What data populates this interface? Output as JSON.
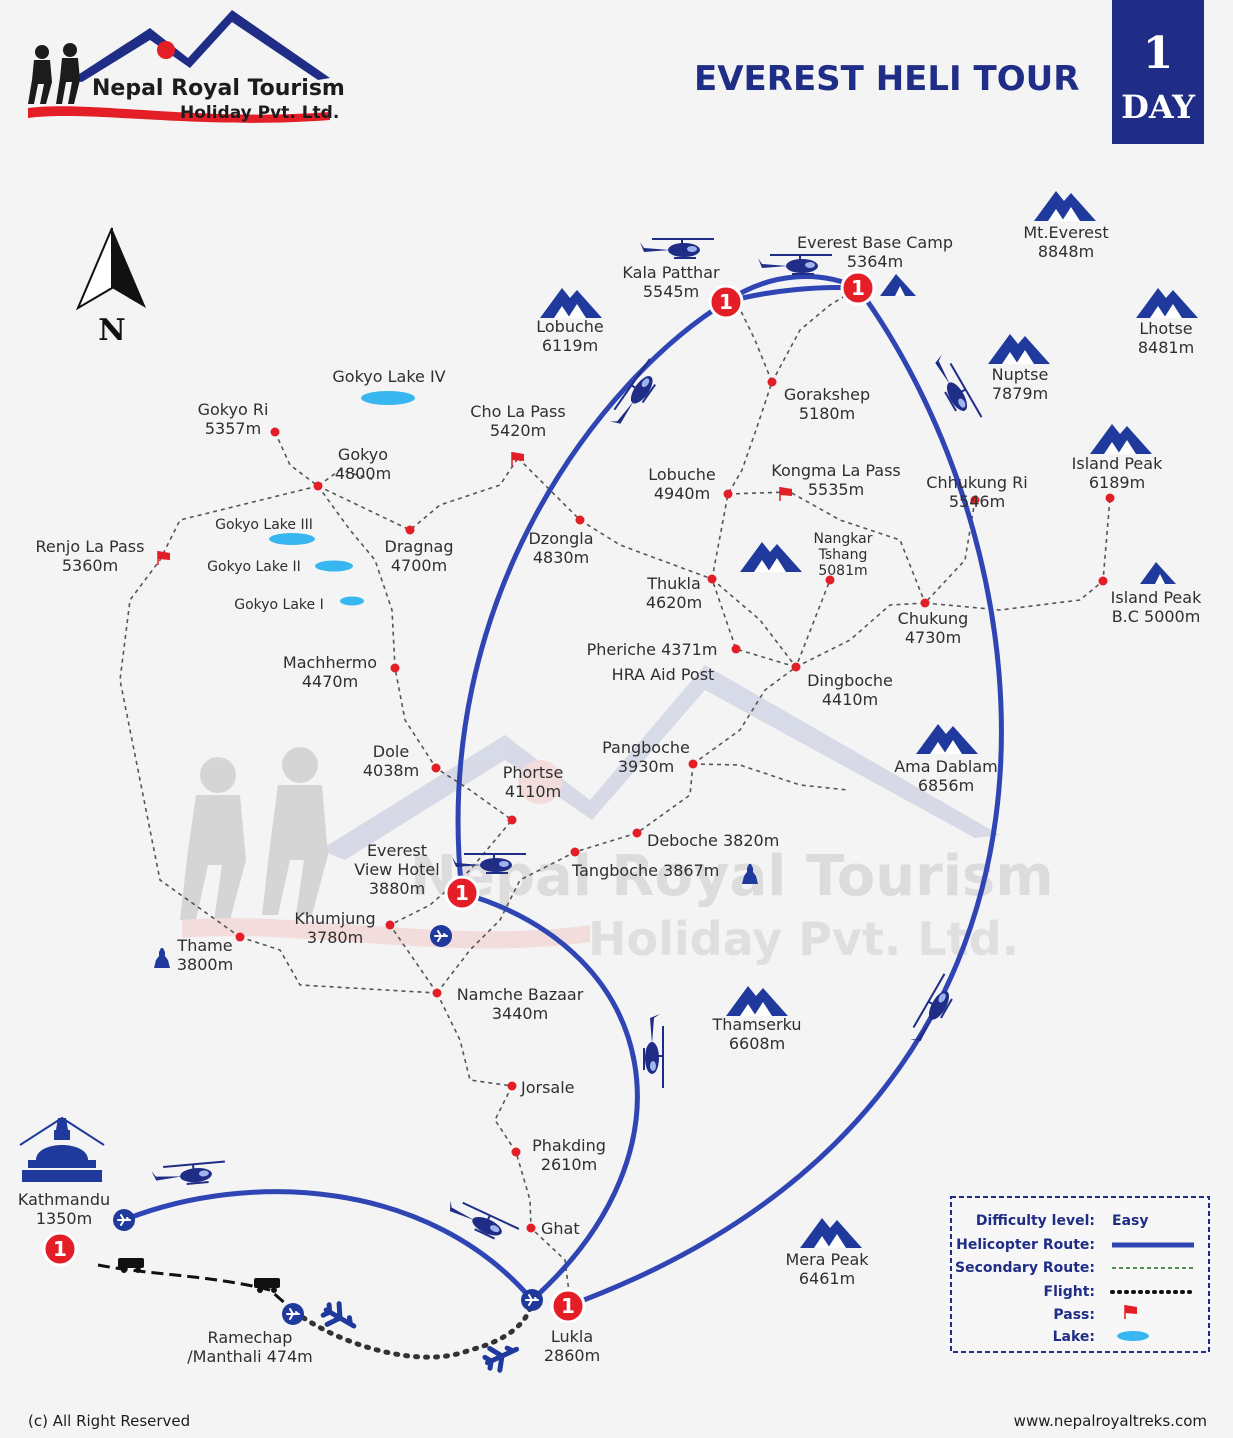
{
  "brand": {
    "name": "Nepal Royal Tourism",
    "sub": "Holiday Pvt. Ltd."
  },
  "title": "EVEREST HELI TOUR",
  "badge": {
    "num": "1",
    "text": "DAY"
  },
  "compass": "N",
  "watermark": {
    "line1": "Nepal Royal Tourism",
    "line2": "Holiday Pvt. Ltd."
  },
  "colors": {
    "route": "#2f45b3",
    "navy": "#1f2d86",
    "pin": "#e41e26",
    "lake": "#37b6ef",
    "dash": "#555555"
  },
  "peaks": [
    {
      "name": "Mt.Everest",
      "alt": "8848m"
    },
    {
      "name": "Lhotse",
      "alt": "8481m"
    },
    {
      "name": "Nuptse",
      "alt": "7879m"
    },
    {
      "name": "Island Peak",
      "alt": "6189m"
    },
    {
      "name": "Lobuche",
      "alt": "6119m"
    },
    {
      "name": "Ama Dablam",
      "alt": "6856m"
    },
    {
      "name": "Thamserku",
      "alt": "6608m"
    },
    {
      "name": "Mera Peak",
      "alt": "6461m"
    }
  ],
  "places": [
    {
      "name": "Everest Base Camp",
      "alt": "5364m"
    },
    {
      "name": "Kala Patthar",
      "alt": "5545m"
    },
    {
      "name": "Gorakshep",
      "alt": "5180m"
    },
    {
      "name": "Lobuche",
      "alt": "4940m"
    },
    {
      "name": "Kongma La Pass",
      "alt": "5535m"
    },
    {
      "name": "Chhukung Ri",
      "alt": "5546m"
    },
    {
      "name": "Nangkar",
      "alt": ""
    },
    {
      "name": "Tshang",
      "alt": "5081m"
    },
    {
      "name": "Island Peak",
      "alt": ""
    },
    {
      "name": "B.C 5000m",
      "alt": ""
    },
    {
      "name": "Chukung",
      "alt": "4730m"
    },
    {
      "name": "Dingboche",
      "alt": "4410m"
    },
    {
      "name": "Thukla",
      "alt": "4620m"
    },
    {
      "name": "Pheriche 4371m",
      "alt": ""
    },
    {
      "name": "HRA Aid Post",
      "alt": ""
    },
    {
      "name": "Dzongla",
      "alt": "4830m"
    },
    {
      "name": "Cho La Pass",
      "alt": "5420m"
    },
    {
      "name": "Gokyo Lake IV",
      "alt": ""
    },
    {
      "name": "Gokyo Ri",
      "alt": "5357m"
    },
    {
      "name": "Gokyo",
      "alt": "4800m"
    },
    {
      "name": "Dragnag",
      "alt": "4700m"
    },
    {
      "name": "Gokyo Lake III",
      "alt": ""
    },
    {
      "name": "Gokyo Lake II",
      "alt": ""
    },
    {
      "name": "Gokyo Lake I",
      "alt": ""
    },
    {
      "name": "Renjo La Pass",
      "alt": "5360m"
    },
    {
      "name": "Machhermo",
      "alt": "4470m"
    },
    {
      "name": "Dole",
      "alt": "4038m"
    },
    {
      "name": "Phortse",
      "alt": "4110m"
    },
    {
      "name": "Pangboche",
      "alt": "3930m"
    },
    {
      "name": "Deboche 3820m",
      "alt": ""
    },
    {
      "name": "Tangboche 3867m",
      "alt": ""
    },
    {
      "name": "Everest",
      "alt": ""
    },
    {
      "name": "View Hotel",
      "alt": "3880m"
    },
    {
      "name": "Khumjung",
      "alt": "3780m"
    },
    {
      "name": "Thame",
      "alt": "3800m"
    },
    {
      "name": "Namche Bazaar",
      "alt": "3440m"
    },
    {
      "name": "Jorsale",
      "alt": ""
    },
    {
      "name": "Phakding",
      "alt": "2610m"
    },
    {
      "name": "Ghat",
      "alt": ""
    },
    {
      "name": "Lukla",
      "alt": "2860m"
    },
    {
      "name": "Kathmandu",
      "alt": "1350m"
    },
    {
      "name": "Ramechap",
      "alt": ""
    },
    {
      "name": "/Manthali 474m",
      "alt": ""
    }
  ],
  "day_marker": "1",
  "legend": [
    {
      "label": "Difficulty level:",
      "value": "Easy"
    },
    {
      "label": "Helicopter Route:",
      "value": ""
    },
    {
      "label": "Secondary Route:",
      "value": ""
    },
    {
      "label": "Flight:",
      "value": ""
    },
    {
      "label": "Pass:",
      "value": ""
    },
    {
      "label": "Lake:",
      "value": ""
    }
  ],
  "footer": {
    "left": "(c) All Right Reserved",
    "right": "www.nepalroyaltreks.com"
  }
}
